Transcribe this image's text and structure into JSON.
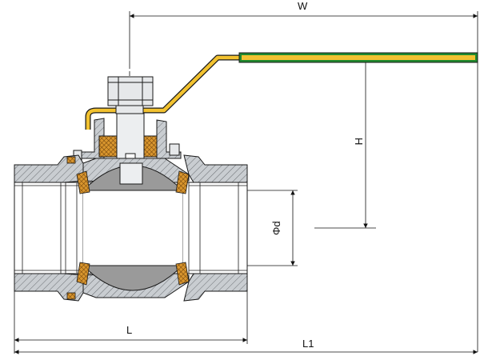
{
  "labels": {
    "w": "W",
    "h": "H",
    "phi_d": "Φd",
    "l": "L",
    "l1": "L1"
  },
  "colors": {
    "body": "#c9cdd1",
    "ball": "#9a9a9a",
    "handle": "#f2c230",
    "grip": "#1f8a2e",
    "seal": "#d9962e",
    "outline": "#1a1a1a"
  }
}
